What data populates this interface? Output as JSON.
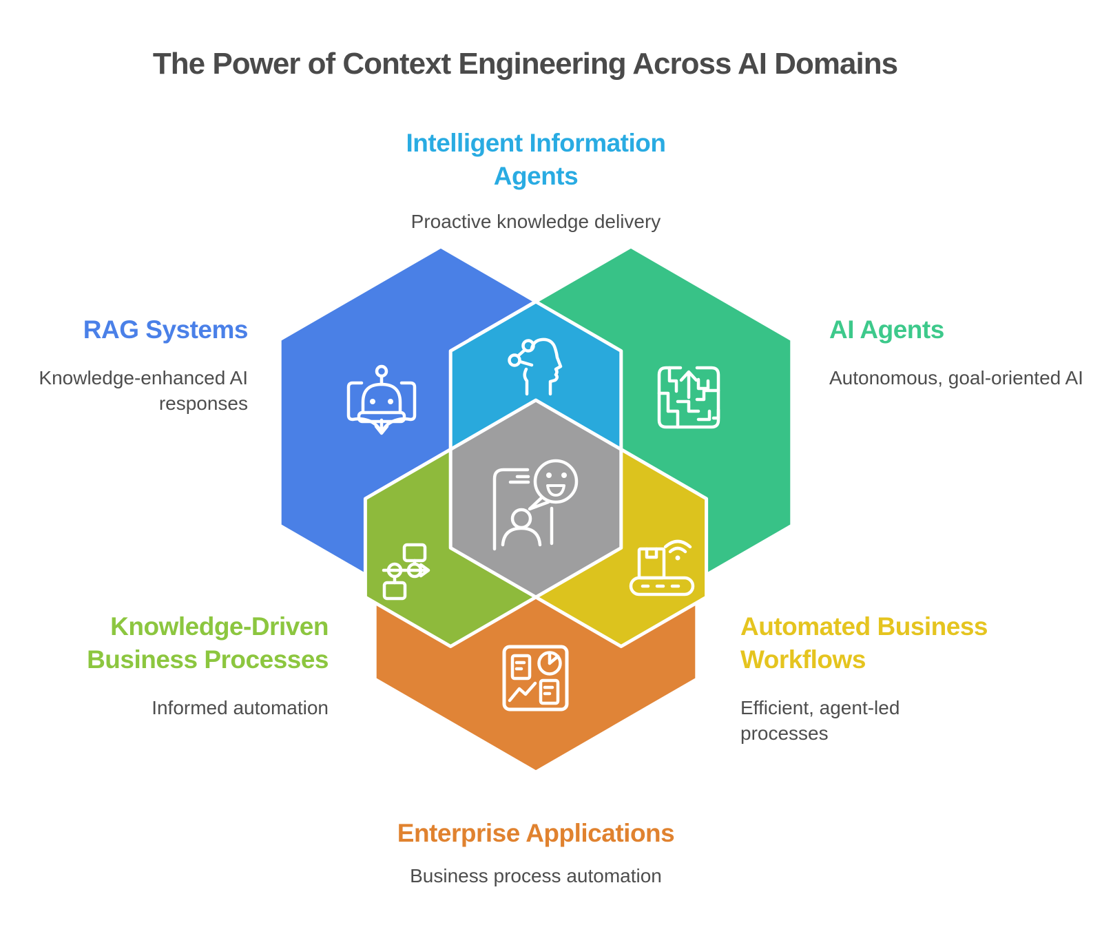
{
  "title": "The Power of Context Engineering Across AI Domains",
  "sections": {
    "top": {
      "heading": "Intelligent Information Agents",
      "description": "Proactive knowledge delivery",
      "color": "#29a9dc",
      "heading_color": "#29abe2",
      "icon": "head-circuit-icon"
    },
    "left": {
      "heading": "RAG Systems",
      "description": "Knowledge-enhanced AI responses",
      "color": "#4a80e6",
      "heading_color": "#4a80e8",
      "icon": "robot-book-icon"
    },
    "right": {
      "heading": "AI Agents",
      "description": "Autonomous, goal-oriented AI",
      "color": "#38c287",
      "heading_color": "#3dc98b",
      "icon": "maze-icon"
    },
    "bottom_left": {
      "heading": "Knowledge-Driven Business Processes",
      "description": "Informed automation",
      "color": "#8eba3c",
      "heading_color": "#8cc63f",
      "icon": "flowchart-icon"
    },
    "bottom_right": {
      "heading": "Automated Business Workflows",
      "description": "Efficient, agent-led processes",
      "color": "#dcc31e",
      "heading_color": "#e5c41f",
      "icon": "conveyor-wifi-icon"
    },
    "bottom": {
      "heading": "Enterprise Applications",
      "description": "Business process automation",
      "color": "#e08437",
      "heading_color": "#e0822f",
      "icon": "dashboard-icon"
    },
    "center": {
      "color": "#9e9e9f",
      "icon": "person-chat-icon"
    }
  },
  "text_color": "#4d4d4d",
  "title_color": "#4a4a4a",
  "stroke_color": "#ffffff"
}
